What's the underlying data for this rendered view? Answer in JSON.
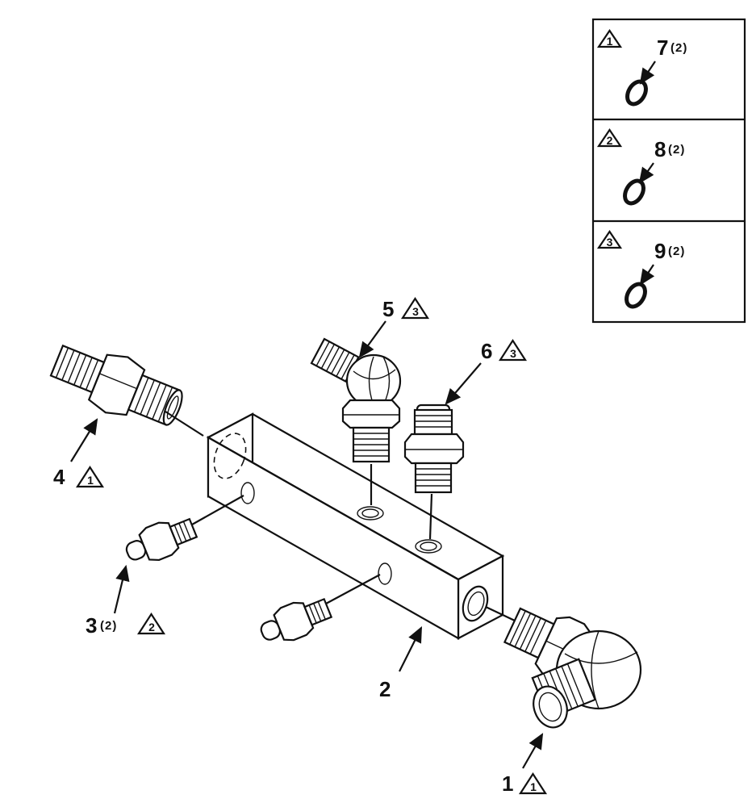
{
  "callouts": {
    "item1": {
      "number": "1",
      "qty": "",
      "note": "1"
    },
    "item2": {
      "number": "2",
      "qty": "",
      "note": ""
    },
    "item3": {
      "number": "3",
      "qty": "(2)",
      "note": "2"
    },
    "item4": {
      "number": "4",
      "qty": "",
      "note": "1"
    },
    "item5": {
      "number": "5",
      "qty": "",
      "note": "3"
    },
    "item6": {
      "number": "6",
      "qty": "",
      "note": "3"
    }
  },
  "legend": [
    {
      "note": "1",
      "number": "7",
      "qty": "(2)"
    },
    {
      "note": "2",
      "number": "8",
      "qty": "(2)"
    },
    {
      "note": "3",
      "number": "9",
      "qty": "(2)"
    }
  ],
  "colors": {
    "ink": "#111111",
    "paper": "#ffffff"
  }
}
